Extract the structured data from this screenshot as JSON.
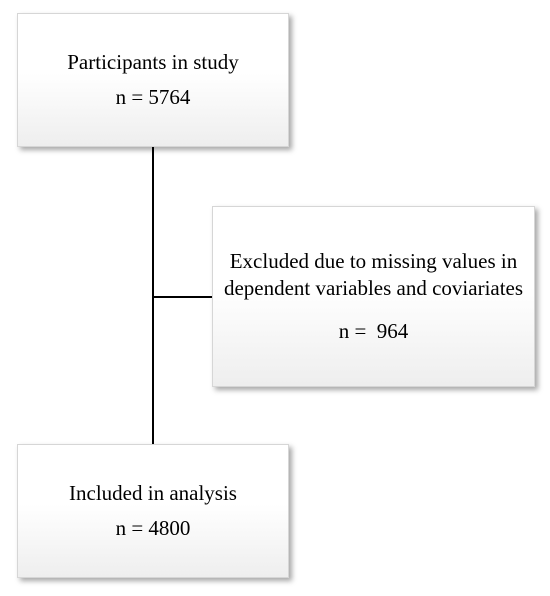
{
  "flowchart": {
    "participants": {
      "label": "Participants in study",
      "count": "n = 5764"
    },
    "excluded": {
      "label": "Excluded due to missing values in dependent variables and coviariates",
      "count": "n =  964"
    },
    "included": {
      "label": "Included in analysis",
      "count": "n = 4800"
    }
  },
  "colors": {
    "line": "#000000",
    "box_border": "#d6d6d6",
    "box_fill_bottom": "#eeeeee"
  }
}
